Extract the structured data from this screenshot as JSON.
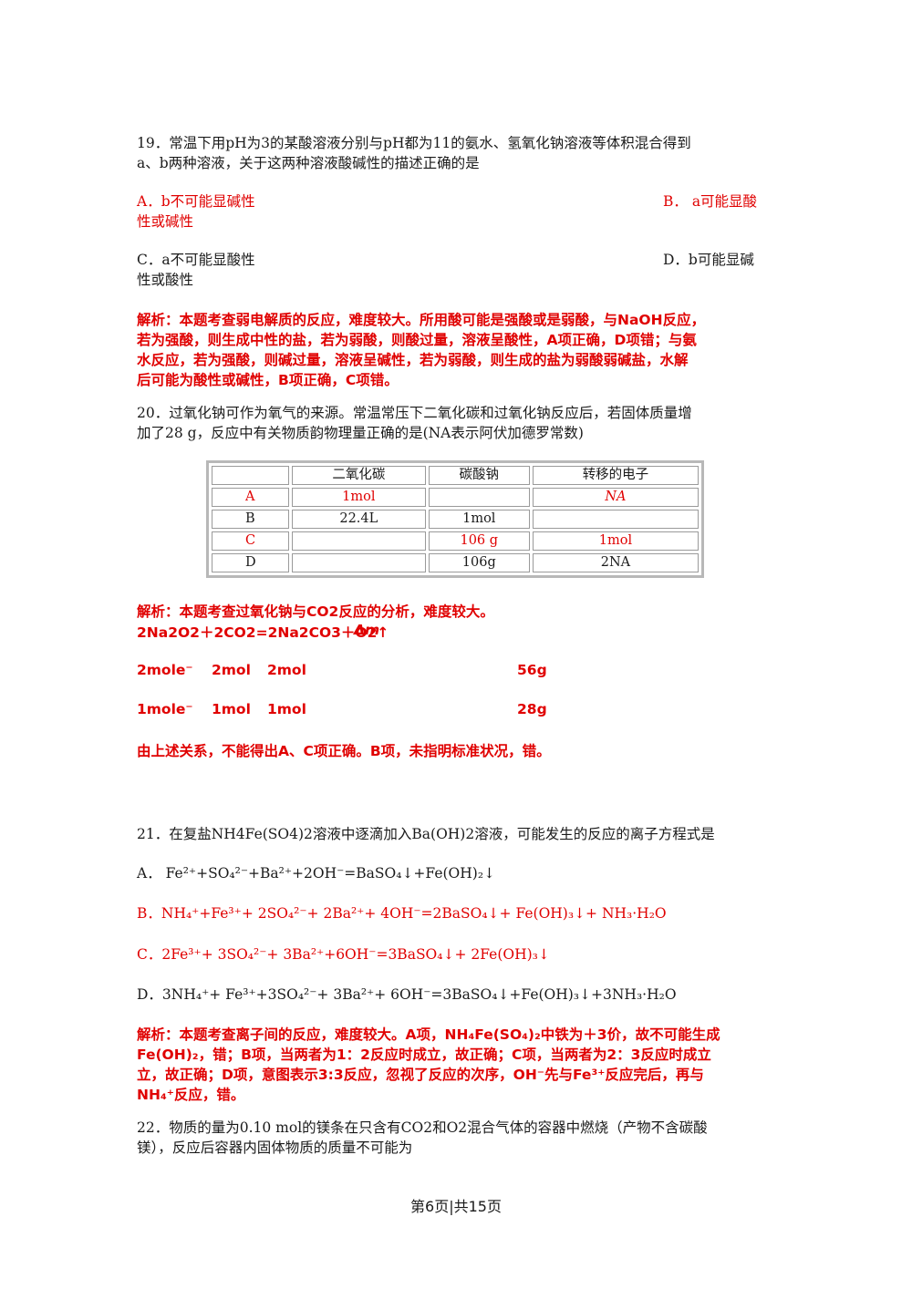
{
  "q19": {
    "stem_line1": "19．常温下用pH为3的某酸溶液分别与pH都为11的氨水、氢氧化钠溶液等体积混合得到",
    "stem_line2": "a、b两种溶液，关于这两种溶液酸碱性的描述正确的是",
    "optA_line1": "A．b不可能显碱性",
    "optA_line2": "性或碱性",
    "optB": "B．  a可能显酸",
    "optC_line1": "C．a不可能显酸性",
    "optC_line2": "性或酸性",
    "optD": "D．b可能显碱",
    "analysis_line1": "解析：本题考查弱电解质的反应，难度较大。所用酸可能是强酸或是弱酸，与NaOH反应，",
    "analysis_line2": "若为强酸，则生成中性的盐，若为弱酸，则酸过量，溶液呈酸性，A项正确，D项错；与氨",
    "analysis_line3": "水反应，若为强酸，则碱过量，溶液呈碱性，若为弱酸，则生成的盐为弱酸弱碱盐，水解",
    "analysis_line4": "后可能为酸性或碱性，B项正确，C项错。"
  },
  "q20": {
    "stem_line1": "20．过氧化钠可作为氧气的来源。常温常压下二氧化碳和过氧化钠反应后，若固体质量增",
    "stem_line2": "加了28 g，反应中有关物质韵物理量正确的是(NA表示阿伏加德罗常数)",
    "table": {
      "headers": [
        "",
        "二氧化碳",
        "碳酸钠",
        "转移的电子"
      ],
      "rows": [
        [
          "A",
          "1mol",
          "",
          "NA"
        ],
        [
          "B",
          "22.4L",
          "1mol",
          ""
        ],
        [
          "C",
          "",
          "106 g",
          "1mol"
        ],
        [
          "D",
          "",
          "106g",
          "2NA"
        ]
      ]
    },
    "analysis_line1": "解析：本题考查过氧化钠与CO2反应的分析，难度较大。",
    "equation": "2Na2O2＋2CO2=2Na2CO3＋O2↑",
    "delta_m": "Δm",
    "row1": [
      "2mole⁻",
      "2mol",
      "2mol",
      "56g"
    ],
    "row2": [
      "1mole⁻",
      "1mol",
      "1mol",
      "28g"
    ],
    "conclusion": "由上述关系，不能得出A、C项正确。B项，未指明标准状况，错。"
  },
  "q21": {
    "stem": "21．在复盐NH4Fe(SO4)2溶液中逐滴加入Ba(OH)2溶液，可能发生的反应的离子方程式是",
    "optA": "A．  Fe²⁺+SO₄²⁻+Ba²⁺+2OH⁻=BaSO₄↓+Fe(OH)₂↓",
    "optB": "B．NH₄⁺+Fe³⁺+ 2SO₄²⁻+ 2Ba²⁺+ 4OH⁻=2BaSO₄↓+ Fe(OH)₃↓+ NH₃·H₂O",
    "optC": "C．2Fe³⁺+ 3SO₄²⁻+ 3Ba²⁺+6OH⁻=3BaSO₄↓+ 2Fe(OH)₃↓",
    "optD": "D．3NH₄⁺+ Fe³⁺+3SO₄²⁻+ 3Ba²⁺+ 6OH⁻=3BaSO₄↓+Fe(OH)₃↓+3NH₃·H₂O",
    "analysis_line1": "解析：本题考查离子间的反应，难度较大。A项，NH₄Fe(SO₄)₂中铁为＋3价，故不可能生成",
    "analysis_line2": "Fe(OH)₂，错；B项，当两者为1：2反应时成立，故正确；C项，当两者为2：3反应时成立",
    "analysis_line3": "立，故正确；D项，意图表示3:3反应，忽视了反应的次序，OH⁻先与Fe³⁺反应完后，再与",
    "analysis_line4": "NH₄⁺反应，错。"
  },
  "q22": {
    "stem_line1": "22．物质的量为0.10 mol的镁条在只含有CO2和O2混合气体的容器中燃烧（产物不含碳酸",
    "stem_line2": "镁），反应后容器内固体物质的质量不可能为"
  },
  "footer": "第6页|共15页"
}
